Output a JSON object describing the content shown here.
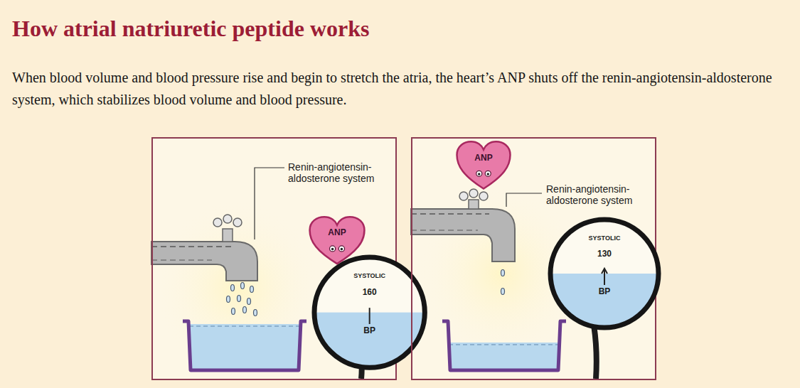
{
  "diagram": {
    "title": "How atrial natriuretic peptide works",
    "caption": "When blood volume and blood pressure rise and begin to stretch the atria, the heart’s ANP shuts off the renin-angiotensin-aldosterone system, which stabilizes blood volume and blood pressure.",
    "nodes": [
      {
        "text": [
          "Renin-angiotensin-aldosterone system"
        ]
      },
      {
        "text": [
          "ANP"
        ],
        "in": 0
      },
      {
        "text": [
          "SYSTOLIC",
          "160",
          "BP"
        ],
        "in": 0
      },
      {
        "text": [
          "Renin-angiotensin-aldosterone system"
        ]
      },
      {
        "text": [
          "ANP"
        ],
        "in": 3
      },
      {
        "text": [
          "SYSTOLIC",
          "130",
          "BP"
        ],
        "in": 3
      }
    ]
  }
}
